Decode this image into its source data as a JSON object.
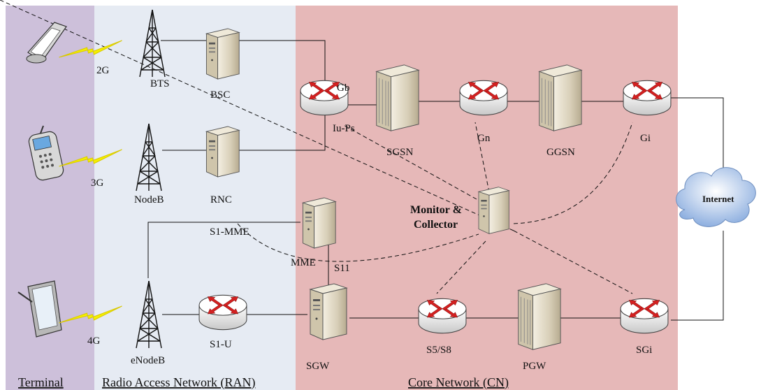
{
  "regions": {
    "terminal": "Terminal",
    "ran": "Radio Access Network (RAN)",
    "core": "Core Network (CN)"
  },
  "generations": {
    "g2": "2G",
    "g3": "3G",
    "g4": "4G"
  },
  "nodes": {
    "bts": "BTS",
    "nodeb": "NodeB",
    "enodeb": "eNodeB",
    "bsc": "BSC",
    "rnc": "RNC",
    "mme": "MME",
    "sgsn": "SGSN",
    "ggsn": "GGSN",
    "sgw": "SGW",
    "pgw": "PGW",
    "monitor_line1": "Monitor &",
    "monitor_line2": "Collector",
    "internet": "Internet"
  },
  "interfaces": {
    "gb": "Gb",
    "iups": "Iu-Ps",
    "gn": "Gn",
    "gi": "Gi",
    "s1mme": "S1-MME",
    "s11": "S11",
    "s1u": "S1-U",
    "s5s8": "S5/S8",
    "sgi": "SGi"
  },
  "colors": {
    "terminal_bg": "#cdc0da",
    "ran_bg": "#e6ebf3",
    "core_bg": "#e6b8b8",
    "server_body": "#ded6c2",
    "router_arrow": "#d42020"
  }
}
